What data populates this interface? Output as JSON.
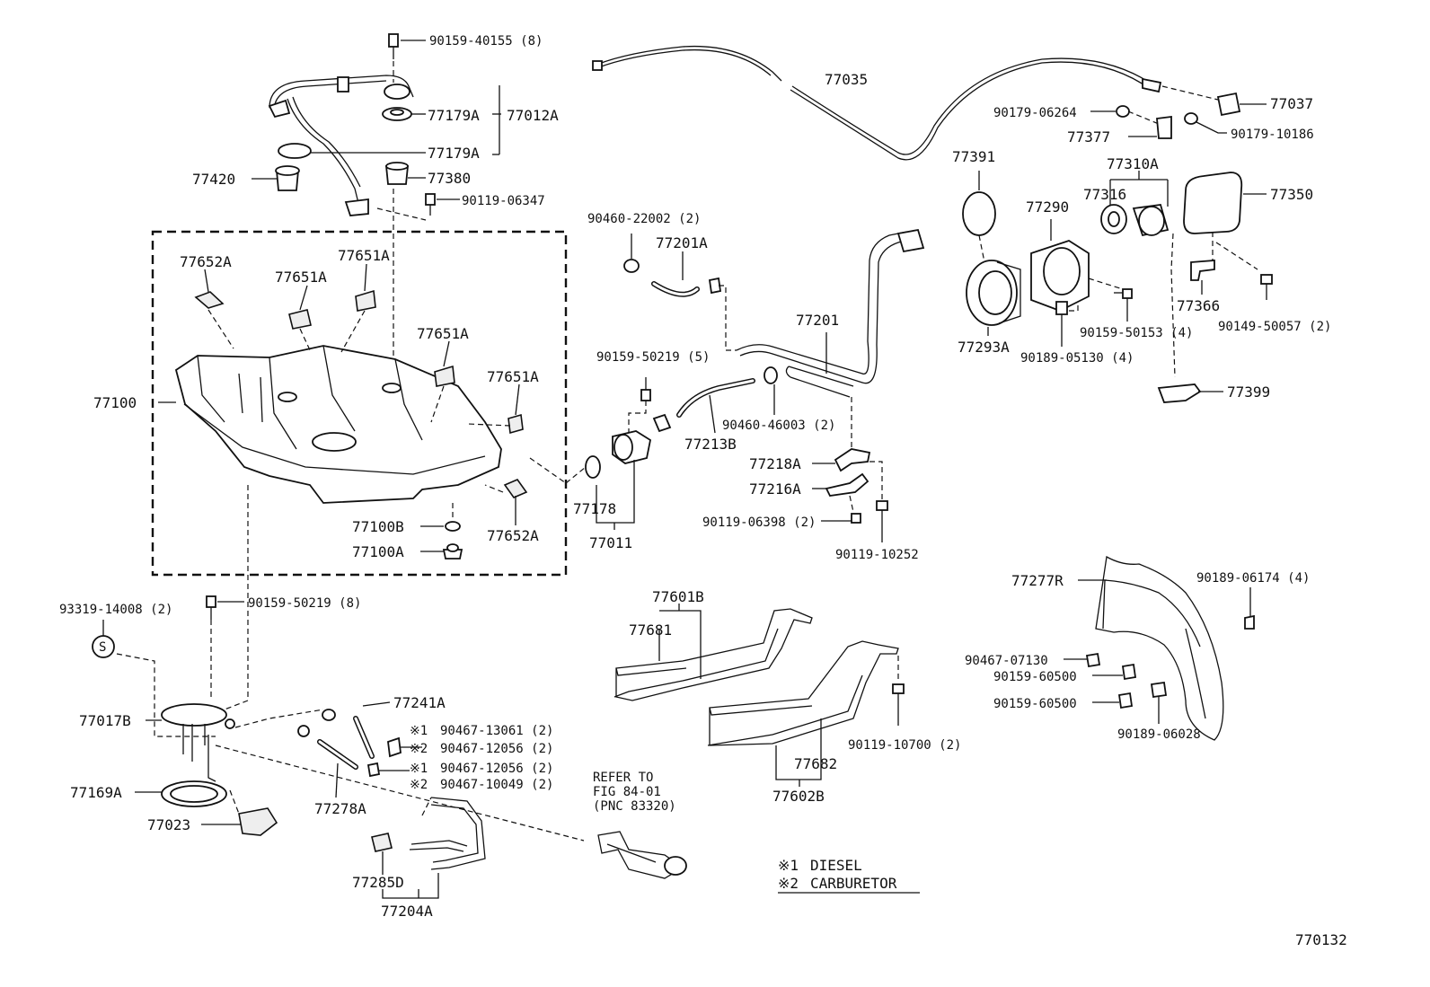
{
  "figure_id": "770132",
  "legend": {
    "note1_mark": "※1",
    "note1_text": "DIESEL",
    "note2_mark": "※2",
    "note2_text": "CARBURETOR"
  },
  "refer": {
    "line1": "REFER TO",
    "line2": "FIG 84-01",
    "line3": "(PNC 83320)"
  },
  "labels": {
    "p90159_40155": "90159-40155 (8)",
    "p77179A_1": "77179A",
    "p77012A": "77012A",
    "p77179A_2": "77179A",
    "p77380": "77380",
    "p77420": "77420",
    "p90119_06347": "90119-06347",
    "p77652A_1": "77652A",
    "p77651A_1": "77651A",
    "p77651A_2": "77651A",
    "p77651A_3": "77651A",
    "p77651A_4": "77651A",
    "p77100": "77100",
    "p77100B": "77100B",
    "p77100A": "77100A",
    "p77652A_2": "77652A",
    "p77035": "77035",
    "p77037": "77037",
    "p90179_06264": "90179-06264",
    "p77377": "77377",
    "p90179_10186": "90179-10186",
    "p77391": "77391",
    "p77310A": "77310A",
    "p77316": "77316",
    "p77290": "77290",
    "p77350": "77350",
    "p77366": "77366",
    "p77293A": "77293A",
    "p90159_50153": "90159-50153 (4)",
    "p90189_05130": "90189-05130 (4)",
    "p90149_50057": "90149-50057 (2)",
    "p77399": "77399",
    "p90460_22002": "90460-22002 (2)",
    "p77201A": "77201A",
    "p77201": "77201",
    "p90159_50219_5": "90159-50219 (5)",
    "p90460_46003": "90460-46003 (2)",
    "p77213B": "77213B",
    "p77218A": "77218A",
    "p77216A": "77216A",
    "p90119_06398": "90119-06398 (2)",
    "p90119_10252": "90119-10252",
    "p77178": "77178",
    "p77011": "77011",
    "p93319_14008": "93319-14008 (2)",
    "p90159_50219_8": "90159-50219 (8)",
    "p77017B": "77017B",
    "p77169A": "77169A",
    "p77023": "77023",
    "p77241A": "77241A",
    "p77278A": "77278A",
    "n1a": "※1",
    "p90467_13061": "90467-13061 (2)",
    "n2a": "※2",
    "p90467_12056_a": "90467-12056 (2)",
    "n1b": "※1",
    "p90467_12056_b": "90467-12056 (2)",
    "n2b": "※2",
    "p90467_10049": "90467-10049 (2)",
    "p77285D": "77285D",
    "p77204A": "77204A",
    "p77601B": "77601B",
    "p77681": "77681",
    "p77682": "77682",
    "p77602B": "77602B",
    "p90119_10700": "90119-10700 (2)",
    "p77277R": "77277R",
    "p90189_06174": "90189-06174 (4)",
    "p90467_07130": "90467-07130",
    "p90159_60500_a": "90159-60500",
    "p90159_60500_b": "90159-60500",
    "p90189_06028": "90189-06028",
    "s_mark": "S"
  }
}
